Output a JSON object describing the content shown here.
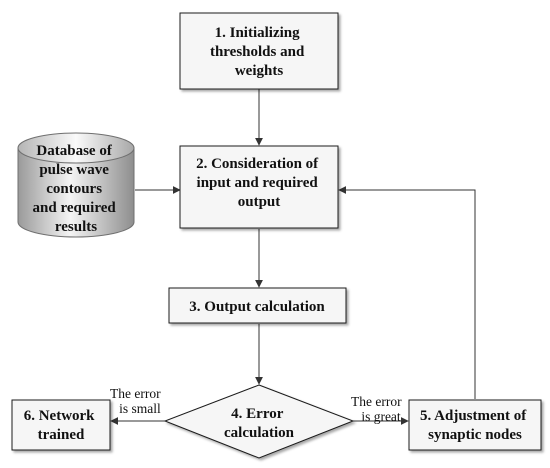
{
  "diagram": {
    "nodes": [
      {
        "id": "init",
        "lines": [
          "1. Initializing",
          "thresholds and",
          "weights"
        ]
      },
      {
        "id": "consider",
        "lines": [
          "2. Consideration of",
          "input and required",
          "output"
        ]
      },
      {
        "id": "database",
        "lines": [
          "Database of",
          "pulse wave",
          "contours",
          "and required",
          "results"
        ]
      },
      {
        "id": "output",
        "lines": [
          "3. Output calculation"
        ]
      },
      {
        "id": "error",
        "lines": [
          "4. Error",
          "calculation"
        ]
      },
      {
        "id": "adjust",
        "lines": [
          "5. Adjustment of",
          "synaptic nodes"
        ]
      },
      {
        "id": "trained",
        "lines": [
          "6. Network",
          "trained"
        ]
      }
    ],
    "edge_labels": {
      "small": [
        "The error",
        "is small"
      ],
      "great": [
        "The error",
        "is great"
      ]
    }
  },
  "colors": {
    "box_fill": "#f6f6f6",
    "cylinder_light": "#f4f4f4",
    "cylinder_dark": "#9a9a9a",
    "line": "#333333"
  }
}
